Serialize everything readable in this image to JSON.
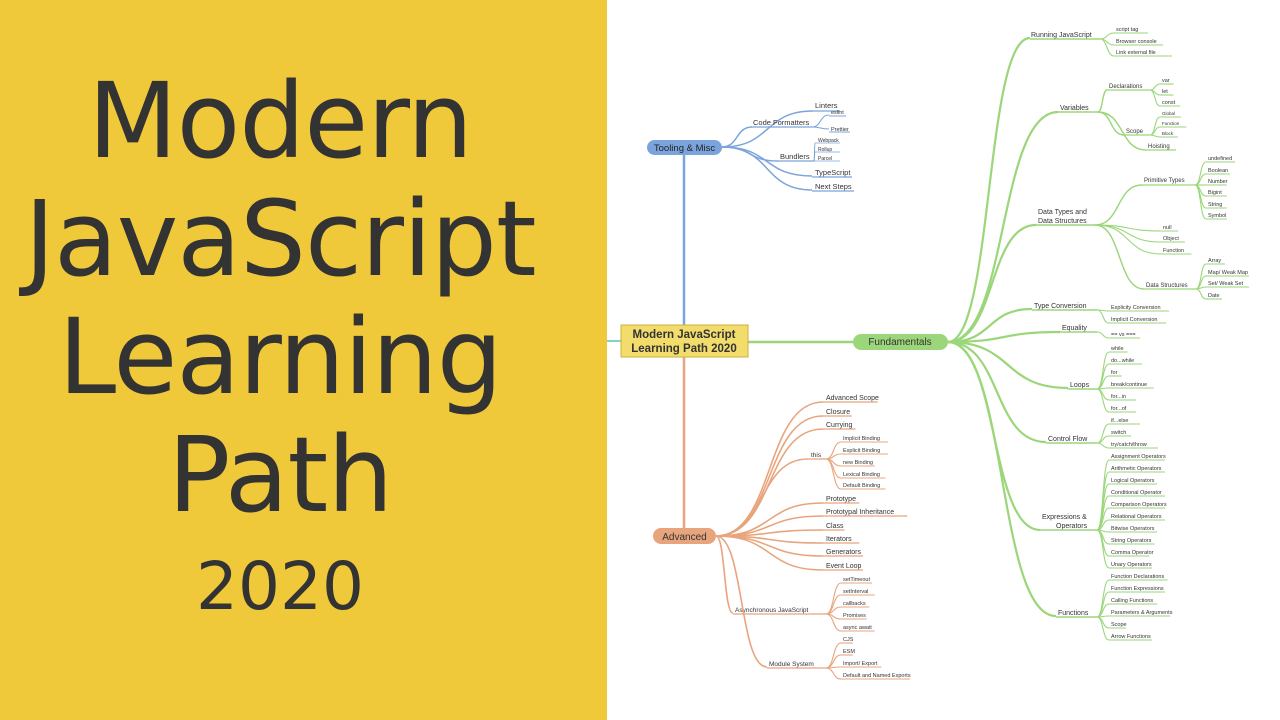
{
  "thumbnail": {
    "title_lines": [
      "Modern",
      "JavaScript",
      "Learning",
      "Path"
    ],
    "year": "2020"
  },
  "colors": {
    "background_left": "#f0c93a",
    "tooling": "#7ba4dd",
    "fundamentals": "#9bd67a",
    "advanced": "#e8a57d",
    "central": "#f2dc6b"
  },
  "mindmap": {
    "central": [
      "Modern JavaScript",
      "Learning Path 2020"
    ],
    "tooling": {
      "label": "Tooling & Misc",
      "linters": "Linters",
      "code_formatters": "Code Formatters",
      "eslint": "eslint",
      "prettier": "Prettier",
      "bundlers": "Bundlers",
      "webpack": "Webpack",
      "rollup": "Rollup",
      "parcel": "Parcel",
      "typescript": "TypeScript",
      "next_steps": "Next Steps"
    },
    "fundamentals": {
      "label": "Fundamentals",
      "running": {
        "label": "Running JavaScript",
        "items": [
          "script tag",
          "Browser console",
          "Link external file"
        ]
      },
      "variables": {
        "label": "Variables",
        "declarations": "Declarations",
        "decl_items": [
          "var",
          "let",
          "const"
        ],
        "scope": "Scope",
        "scope_items": [
          "Global",
          "Function",
          "Block"
        ],
        "hoisting": "Hoisting"
      },
      "data_types": {
        "label_lines": [
          "Data Types and",
          "Data Structures"
        ],
        "primitive": "Primitive Types",
        "primitive_items": [
          "undefined",
          "Boolean",
          "Number",
          "Bigint",
          "String",
          "Symbol"
        ],
        "others": [
          "null",
          "Object",
          "Function"
        ],
        "structures": "Data Structures",
        "structure_items": [
          "Array",
          "Map/ Weak Map",
          "Set/ Weak Set",
          "Date"
        ]
      },
      "type_conversion": {
        "label": "Type Conversion",
        "items": [
          "Explicity Conversion",
          "Implicit Conversion"
        ]
      },
      "equality": {
        "label": "Equality",
        "items": [
          "== vs ==="
        ]
      },
      "loops": {
        "label": "Loops",
        "items": [
          "while",
          "do...while",
          "for",
          "break/continue",
          "for...in",
          "for...of"
        ]
      },
      "control_flow": {
        "label": "Control Flow",
        "items": [
          "if...else",
          "switch",
          "try/catch/throw"
        ]
      },
      "expressions": {
        "label_lines": [
          "Expressions &",
          "Operators"
        ],
        "items": [
          "Assignment Operators",
          "Arithmetic Operators",
          "Logical Operators",
          "Conditional Operator",
          "Comparison Operators",
          "Relational Operators",
          "Bitwise Operators",
          "String Operators",
          "Comma Operator",
          "Unary Operators"
        ]
      },
      "functions": {
        "label": "Functions",
        "items": [
          "Function Declarations",
          "Function Expressions",
          "Calling Functions",
          "Parameters & Arguments",
          "Scope",
          "Arrow Functions"
        ]
      }
    },
    "advanced": {
      "label": "Advanced",
      "top_items": [
        "Advanced Scope",
        "Closure",
        "Currying"
      ],
      "this": {
        "label": "this",
        "items": [
          "Implicit Binding",
          "Explicit Binding",
          "new Binding",
          "Lexical Binding",
          "Default Binding"
        ]
      },
      "mid_items": [
        "Prototype",
        "Prototypal Inheritance",
        "Class",
        "Iterators",
        "Generators",
        "Event Loop"
      ],
      "async": {
        "label": "Asynchronous JavaScript",
        "items": [
          "setTimeout",
          "setInterval",
          "callbacks",
          "Promises",
          "async await"
        ]
      },
      "modules": {
        "label": "Module System",
        "items": [
          "CJS",
          "ESM",
          "Import/ Export",
          "Default and Named Exports"
        ]
      }
    }
  }
}
